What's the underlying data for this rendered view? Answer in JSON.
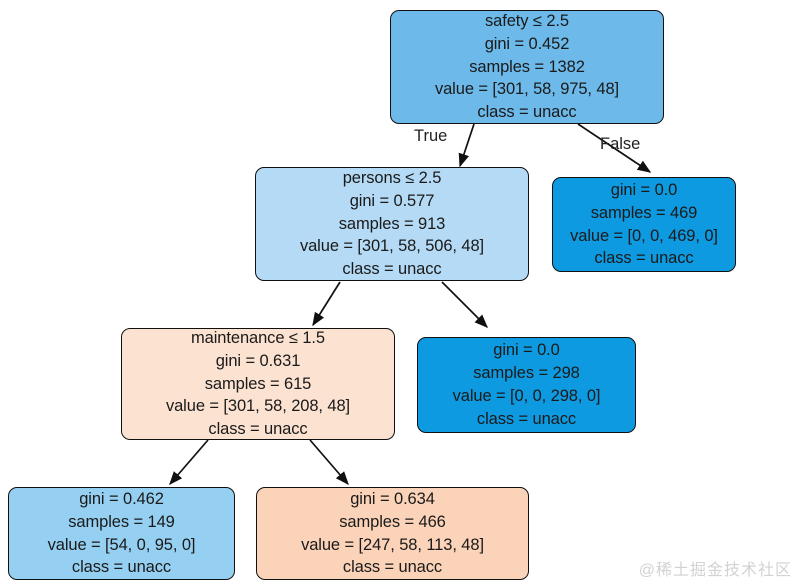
{
  "diagram": {
    "type": "decision-tree",
    "title": "",
    "edge_labels": {
      "true": "True",
      "false": "False"
    },
    "colors": {
      "root_blue": "#6cb9ea",
      "pale_blue": "#b4daf5",
      "leaf_blue": "#95d0f2",
      "pure_blue": "#0d9ae0",
      "pale_orange": "#fce3d1",
      "leaf_orange": "#fbd3b8",
      "border": "#101010",
      "background": "#ffffff",
      "text": "#1a1a1a"
    },
    "nodes": [
      {
        "id": "root",
        "condition": "safety ≤ 2.5",
        "gini": "gini = 0.452",
        "samples": "samples = 1382",
        "value": "value = [301, 58, 975, 48]",
        "class": "class = unacc",
        "fill": "#6cb9ea"
      },
      {
        "id": "n1",
        "condition": "persons ≤ 2.5",
        "gini": "gini = 0.577",
        "samples": "samples = 913",
        "value": "value = [301, 58, 506, 48]",
        "class": "class = unacc",
        "fill": "#b4daf5"
      },
      {
        "id": "n2",
        "condition": "",
        "gini": "gini = 0.0",
        "samples": "samples = 469",
        "value": "value = [0, 0, 469, 0]",
        "class": "class = unacc",
        "fill": "#0d9ae0"
      },
      {
        "id": "n3",
        "condition": "maintenance ≤ 1.5",
        "gini": "gini = 0.631",
        "samples": "samples = 615",
        "value": "value = [301, 58, 208, 48]",
        "class": "class = unacc",
        "fill": "#fce3d1"
      },
      {
        "id": "n4",
        "condition": "",
        "gini": "gini = 0.0",
        "samples": "samples = 298",
        "value": "value = [0, 0, 298, 0]",
        "class": "class = unacc",
        "fill": "#0d9ae0"
      },
      {
        "id": "n5",
        "condition": "",
        "gini": "gini = 0.462",
        "samples": "samples = 149",
        "value": "value = [54, 0, 95, 0]",
        "class": "class = unacc",
        "fill": "#95d0f2"
      },
      {
        "id": "n6",
        "condition": "",
        "gini": "gini = 0.634",
        "samples": "samples = 466",
        "value": "value = [247, 58, 113, 48]",
        "class": "class = unacc",
        "fill": "#fbd3b8"
      }
    ]
  },
  "watermark": {
    "text": "@稀土掘金技术社区"
  }
}
